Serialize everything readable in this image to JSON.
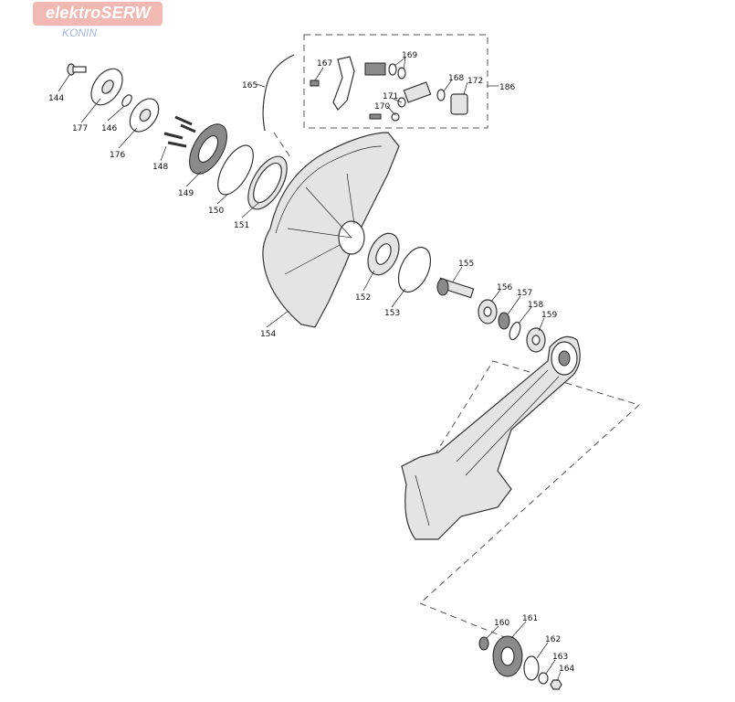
{
  "logo": {
    "brand": "elektroSERW",
    "city": "KONIN"
  },
  "labels": {
    "p144": "144",
    "p177": "177",
    "p146": "146",
    "p176": "176",
    "p148": "148",
    "p149": "149",
    "p150": "150",
    "p151": "151",
    "p165": "165",
    "p167": "167",
    "p169": "169",
    "p171": "171",
    "p170": "170",
    "p168": "168",
    "p172": "172",
    "p186": "186",
    "p154": "154",
    "p152": "152",
    "p153": "153",
    "p155": "155",
    "p156": "156",
    "p157": "157",
    "p158": "158",
    "p159": "159",
    "p160": "160",
    "p161": "161",
    "p162": "162",
    "p163": "163",
    "p164": "164"
  }
}
